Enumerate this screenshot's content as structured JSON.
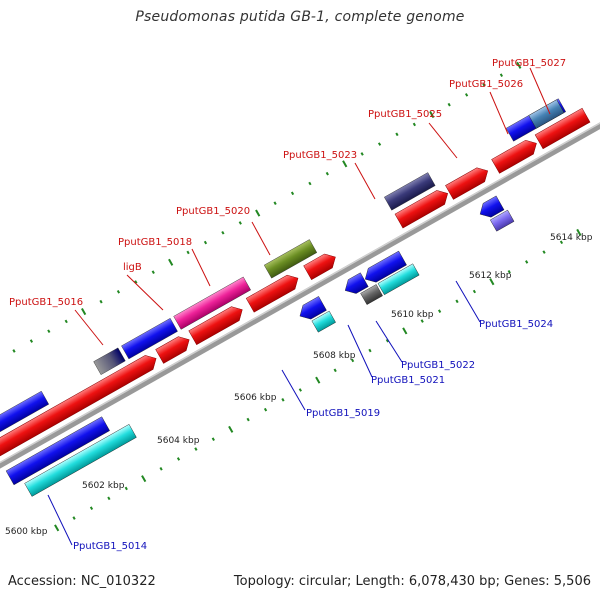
{
  "title": "Pseudomonas putida GB-1, complete genome",
  "accession": "Accession: NC_010322",
  "summary": "Topology: circular; Length: 6,078,430 bp; Genes: 5,506",
  "ticks": [
    "5600 kbp",
    "5602 kbp",
    "5604 kbp",
    "5606 kbp",
    "5608 kbp",
    "5610 kbp",
    "5612 kbp",
    "5614 kbp"
  ],
  "top_labels": [
    "PputGB1_5016",
    "ligB",
    "PputGB1_5018",
    "PputGB1_5020",
    "PputGB1_5023",
    "PputGB1_5025",
    "PputGB1_5026",
    "PputGB1_5027"
  ],
  "bottom_labels": [
    "PputGB1_5014",
    "PputGB1_5019",
    "PputGB1_5021",
    "PputGB1_5022",
    "PputGB1_5024"
  ],
  "colors": {
    "backbone": "#999999",
    "forward_strand": "#ee1111",
    "reverse_strand": "#1111ee",
    "label_forward": "#cc1111",
    "label_reverse": "#1111bb",
    "tick": "#228822"
  }
}
